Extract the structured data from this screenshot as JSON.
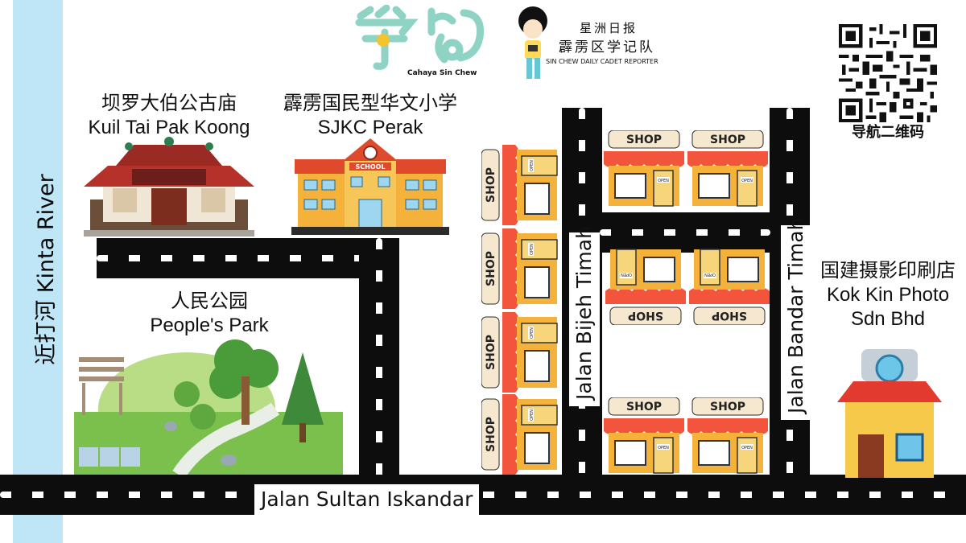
{
  "river": {
    "label": "近打河 Kinta River",
    "color": "#bfe6f7"
  },
  "logo": {
    "brand_caption": "Cahaya Sin Chew",
    "paper_name": "星洲日报",
    "cadet_title": "霹雳区学记队",
    "cadet_en": "SIN CHEW DAILY CADET REPORTER"
  },
  "qr": {
    "label": "导航二维码"
  },
  "places": {
    "temple": {
      "zh": "坝罗大伯公古庙",
      "en": "Kuil Tai Pak Koong"
    },
    "school": {
      "zh": "霹雳国民型华文小学",
      "en": "SJKC Perak",
      "sign": "SCHOOL"
    },
    "park": {
      "zh": "人民公园",
      "en": "People's Park"
    },
    "photo": {
      "zh": "国建摄影印刷店",
      "en1": "Kok Kin Photo",
      "en2": "Sdn Bhd"
    }
  },
  "streets": {
    "sultan": "Jalan Sultan Iskandar",
    "bijeh": "Jalan Bijeh Timah",
    "bandar": "Jalan Bandar Timah"
  },
  "shop": {
    "sign": "SHOP",
    "open": "OPEN"
  },
  "colors": {
    "road": "#0d0d0d",
    "shop_wall": "#f4b23a",
    "awning_red": "#f2553b",
    "shop_sign": "#f6e7cf",
    "roof_red": "#d9302a"
  }
}
